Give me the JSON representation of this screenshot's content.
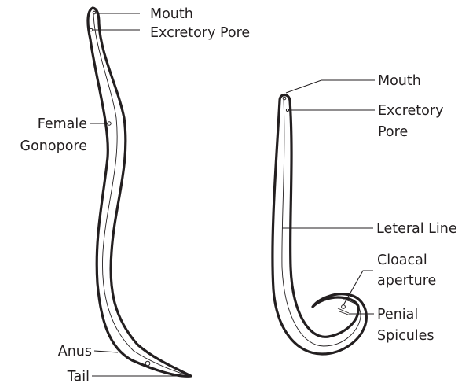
{
  "female": {
    "labels": {
      "mouth": "Mouth",
      "excretory_pore": "Excretory Pore",
      "gonopore_line1": "Female",
      "gonopore_line2": "Gonopore",
      "anus": "Anus",
      "tail": "Tail"
    }
  },
  "male": {
    "labels": {
      "mouth": "Mouth",
      "excretory_line1": "Excretory",
      "excretory_line2": "Pore",
      "lateral_line": "Leteral  Line",
      "cloacal_line1": "Cloacal",
      "cloacal_line2": "aperture",
      "penial_line1": "Penial",
      "penial_line2": "Spicules"
    }
  },
  "colors": {
    "ink": "#231f20",
    "background": "#ffffff"
  }
}
